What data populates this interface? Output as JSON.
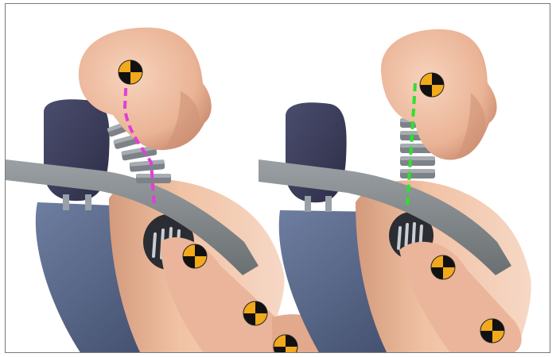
{
  "scene": {
    "panels": [
      {
        "id": "left",
        "neck_line_color": "#e23fd6",
        "posture": "forward-flexed"
      },
      {
        "id": "right",
        "neck_line_color": "#2fe02f",
        "posture": "upright"
      }
    ],
    "colors": {
      "skin": "#f2c0a2",
      "skin_shadow": "#d4977a",
      "seat_back": "#3d3f5e",
      "seat_base": "#5a6a88",
      "belt": "#7f8487",
      "target_yellow": "#f2a91c",
      "target_black": "#111111",
      "spine": "#7d8289",
      "frame_border": "#7a7a7a"
    },
    "icons": [
      "crash-test-target-icon"
    ]
  }
}
